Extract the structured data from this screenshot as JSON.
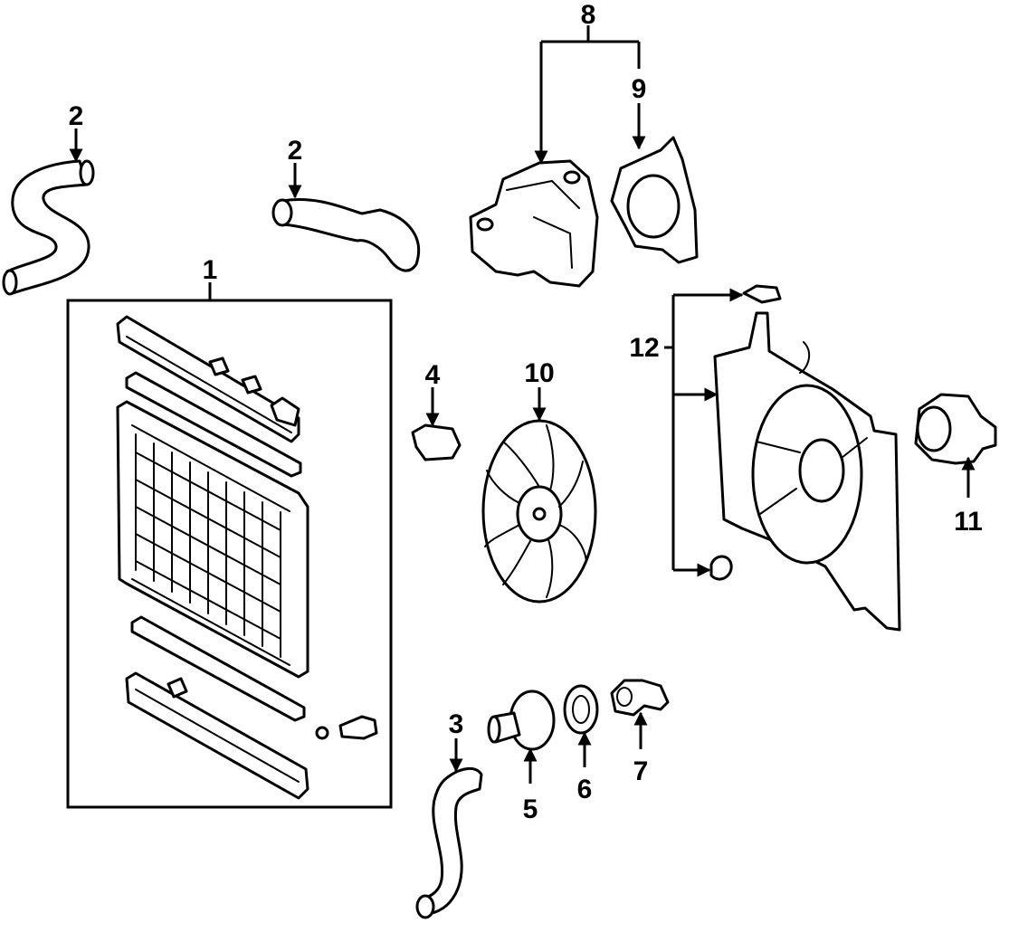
{
  "callouts": {
    "c1": "1",
    "c2a": "2",
    "c2b": "2",
    "c3": "3",
    "c4": "4",
    "c5": "5",
    "c6": "6",
    "c7": "7",
    "c8": "8",
    "c9": "9",
    "c10": "10",
    "c11": "11",
    "c12": "12"
  },
  "colors": {
    "line": "#000000",
    "background": "#ffffff"
  }
}
